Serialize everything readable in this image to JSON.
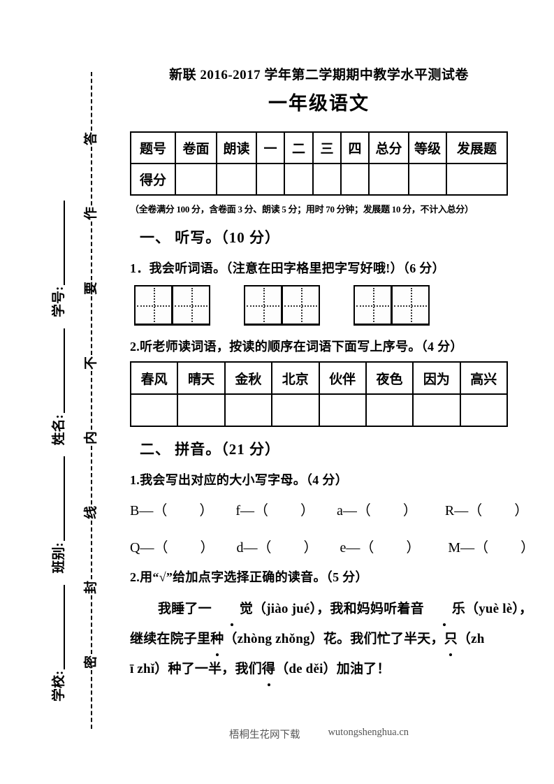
{
  "page": {
    "title": "新联 2016-2017 学年第二学期期中教学水平测试卷",
    "subtitle": "一年级语文",
    "note": "（全卷满分 100 分，含卷面 3 分、朗读 5 分；用时 70 分钟；发展题 10 分，不计入总分）"
  },
  "score_table": {
    "headers": [
      "题号",
      "卷面",
      "朗读",
      "一",
      "二",
      "三",
      "四",
      "总分",
      "等级",
      "发展题"
    ],
    "row_label": "得分",
    "row_values": [
      "",
      "",
      "",
      "",
      "",
      "",
      "",
      "",
      ""
    ]
  },
  "section1": {
    "heading": "一、 听写。（10 分）",
    "item1": "1．我会听词语。（注意在田字格里把字写好哦!）（6 分）",
    "tianzige": {
      "groups": 3,
      "cells_per_group": 2
    },
    "item2": "2.听老师读词语，按读的顺序在词语下面写上序号。（4 分）",
    "word_table": {
      "words": [
        "春风",
        "晴天",
        "金秋",
        "北京",
        "伙伴",
        "夜色",
        "因为",
        "高兴"
      ],
      "answer_row": [
        "",
        "",
        "",
        "",
        "",
        "",
        "",
        ""
      ]
    }
  },
  "section2": {
    "heading": "二、 拼音。（21 分）",
    "item1": "1.我会写出对应的大小写字母。（4 分）",
    "pair_dash_open": "—（",
    "pair_close": "）",
    "letter_rows": [
      [
        "B",
        "f",
        "a",
        "R"
      ],
      [
        "Q",
        "d",
        "e",
        "M"
      ]
    ],
    "item2": "2.用“√”给加点字选择正确的读音。（5 分）",
    "passage_lines": [
      {
        "indent": true,
        "segments": [
          {
            "t": "我睡了一"
          },
          {
            "t": "觉",
            "dot": true
          },
          {
            "t": "（jiào  jué），我和妈妈听着音"
          },
          {
            "t": "乐",
            "dot": true
          },
          {
            "t": "（yuè lè），"
          }
        ]
      },
      {
        "indent": false,
        "segments": [
          {
            "t": "继续在院子里"
          },
          {
            "t": "种",
            "dot": true
          },
          {
            "t": "（zhòng zhǒng）花。我们忙了半天，"
          },
          {
            "t": "只",
            "dot": true
          },
          {
            "t": "（zh"
          }
        ]
      },
      {
        "indent": false,
        "segments": [
          {
            "t": "ī  zhǐ）种了一半，我们"
          },
          {
            "t": "得",
            "dot": true
          },
          {
            "t": "（de  děi）加油了！"
          }
        ]
      }
    ]
  },
  "sidebar": {
    "fields_bottom_to_top": [
      "学校:",
      "班别:",
      "姓名:",
      "学号:"
    ],
    "seal_text_bottom_to_top": "密封线内不要作答"
  },
  "footer": {
    "site_name": "梧桐生花网下载",
    "site_url": "wutongshenghua.cn"
  },
  "colors": {
    "text": "#000000",
    "footer_text": "#555555",
    "background": "#ffffff"
  }
}
